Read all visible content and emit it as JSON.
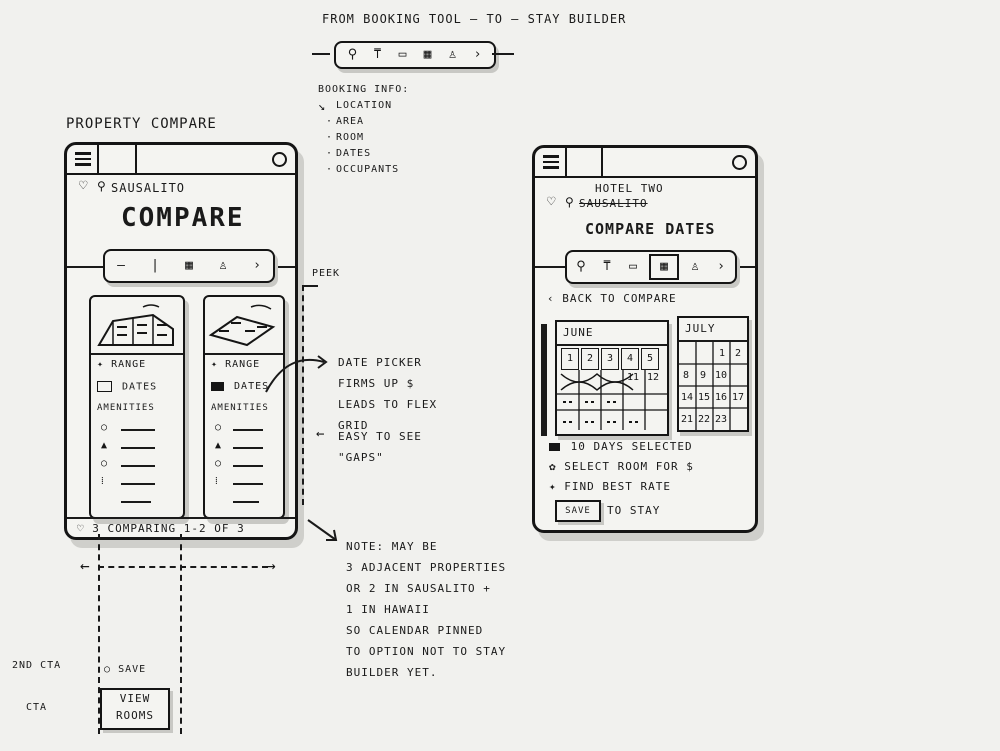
{
  "header": {
    "title": "FROM BOOKING TOOL — TO — STAY BUILDER",
    "booking_info_title": "BOOKING INFO:",
    "booking_info_items": [
      "LOCATION",
      "AREA",
      "ROOM",
      "DATES",
      "OCCUPANTS"
    ]
  },
  "left_phone": {
    "section_label": "PROPERTY COMPARE",
    "location": "SAUSALITO",
    "title": "COMPARE",
    "cards": [
      {
        "range": "RANGE",
        "dates": "DATES",
        "amenities": "AMENITIES"
      },
      {
        "range": "RANGE",
        "dates": "DATES",
        "amenities": "AMENITIES"
      }
    ],
    "footer": "3 COMPARING 1-2 OF 3",
    "peek": "PEEK"
  },
  "annotations": {
    "date_picker": [
      "DATE PICKER",
      "FIRMS UP $",
      "LEADS TO FLEX",
      "GRID"
    ],
    "gaps": [
      "EASY TO SEE",
      "\"GAPS\""
    ],
    "note": [
      "NOTE: MAY BE",
      "3 ADJACENT PROPERTIES",
      "OR 2 IN SAUSALITO +",
      "1 IN HAWAII",
      "SO CALENDAR PINNED",
      "TO OPTION NOT TO STAY",
      "BUILDER YET."
    ]
  },
  "ctas": {
    "second_label": "2ND CTA",
    "second_value": "SAVE",
    "primary_label": "CTA",
    "primary_value_line1": "VIEW",
    "primary_value_line2": "ROOMS"
  },
  "right_phone": {
    "hotel": "HOTEL TWO",
    "struck": "SAUSALITO",
    "title": "COMPARE DATES",
    "back": "BACK TO COMPARE",
    "june": "JUNE",
    "july": "JULY",
    "june_days": [
      "1",
      "2",
      "3",
      "4",
      "5",
      "11",
      "12"
    ],
    "july_days": [
      "1",
      "2",
      "8",
      "9",
      "10",
      "14",
      "15",
      "16",
      "17",
      "21",
      "22",
      "23"
    ],
    "days_selected": "10 DAYS SELECTED",
    "select_room": "SELECT ROOM FOR $",
    "find_rate": "FIND BEST RATE",
    "save": "SAVE",
    "to_stay": "TO STAY"
  }
}
